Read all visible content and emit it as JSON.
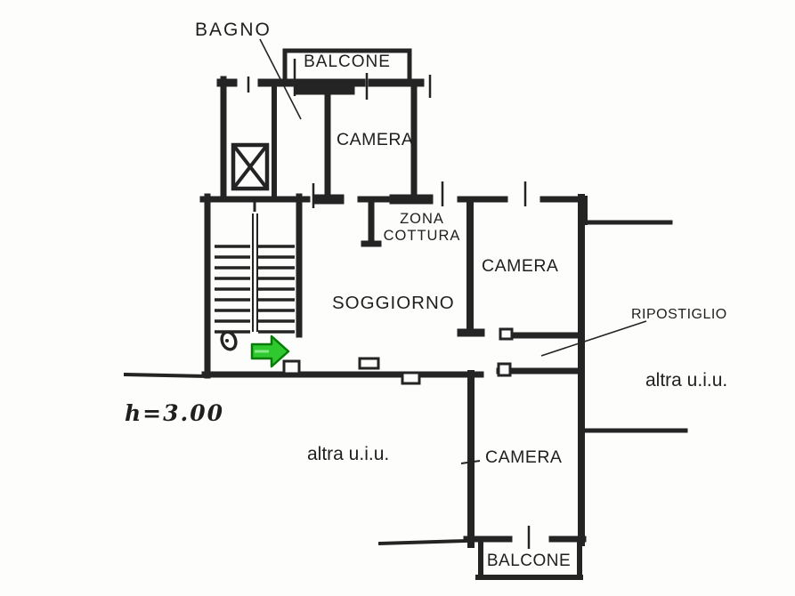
{
  "floorplan": {
    "title": "apartment-floor-plan",
    "ink_color": "#242424",
    "background_color": "#fdfdfc",
    "entrance_arrow": {
      "fill": "#2fc82f",
      "stroke": "#0a7a0a",
      "highlight": "#86e886"
    },
    "labels": {
      "bagno": "BAGNO",
      "balcone_top": "BALCONE",
      "camera_top": "CAMERA",
      "zona_cottura_line1": "ZONA",
      "zona_cottura_line2": "COTTURA",
      "camera_mid": "CAMERA",
      "soggiorno": "SOGGIORNO",
      "ripostiglio": "RIPOSTIGLIO",
      "altra_uiu_right": "altra u.i.u.",
      "altra_uiu_left": "altra u.i.u.",
      "camera_bottom": "CAMERA",
      "balcone_bottom": "BALCONE",
      "height_note": "h=3.00"
    }
  }
}
